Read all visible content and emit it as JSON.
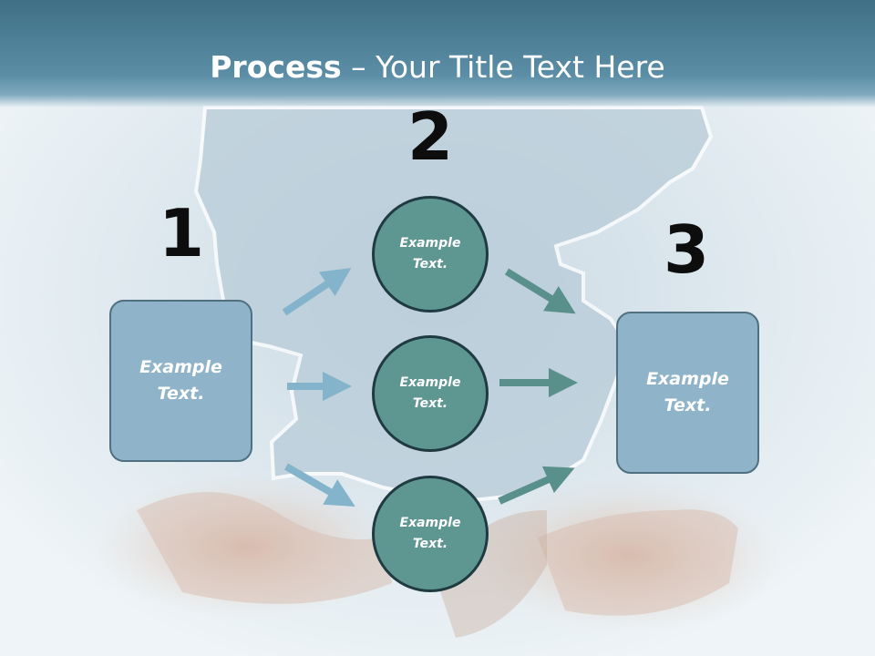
{
  "title": {
    "bold": "Process",
    "rest": " – Your Title Text Here"
  },
  "step_numbers": [
    "1",
    "2",
    "3"
  ],
  "nodes": {
    "left_box": "Example\nText.",
    "circle_top": "Example\nText.",
    "circle_middle": "Example\nText.",
    "circle_bottom": "Example\nText.",
    "right_box": "Example\nText."
  },
  "colors": {
    "header": "#4f8199",
    "box_fill": "#8fb3c8",
    "circle_fill": "#5e9692",
    "arrow_in": "#84b4cc",
    "arrow_out": "#5a908c"
  }
}
